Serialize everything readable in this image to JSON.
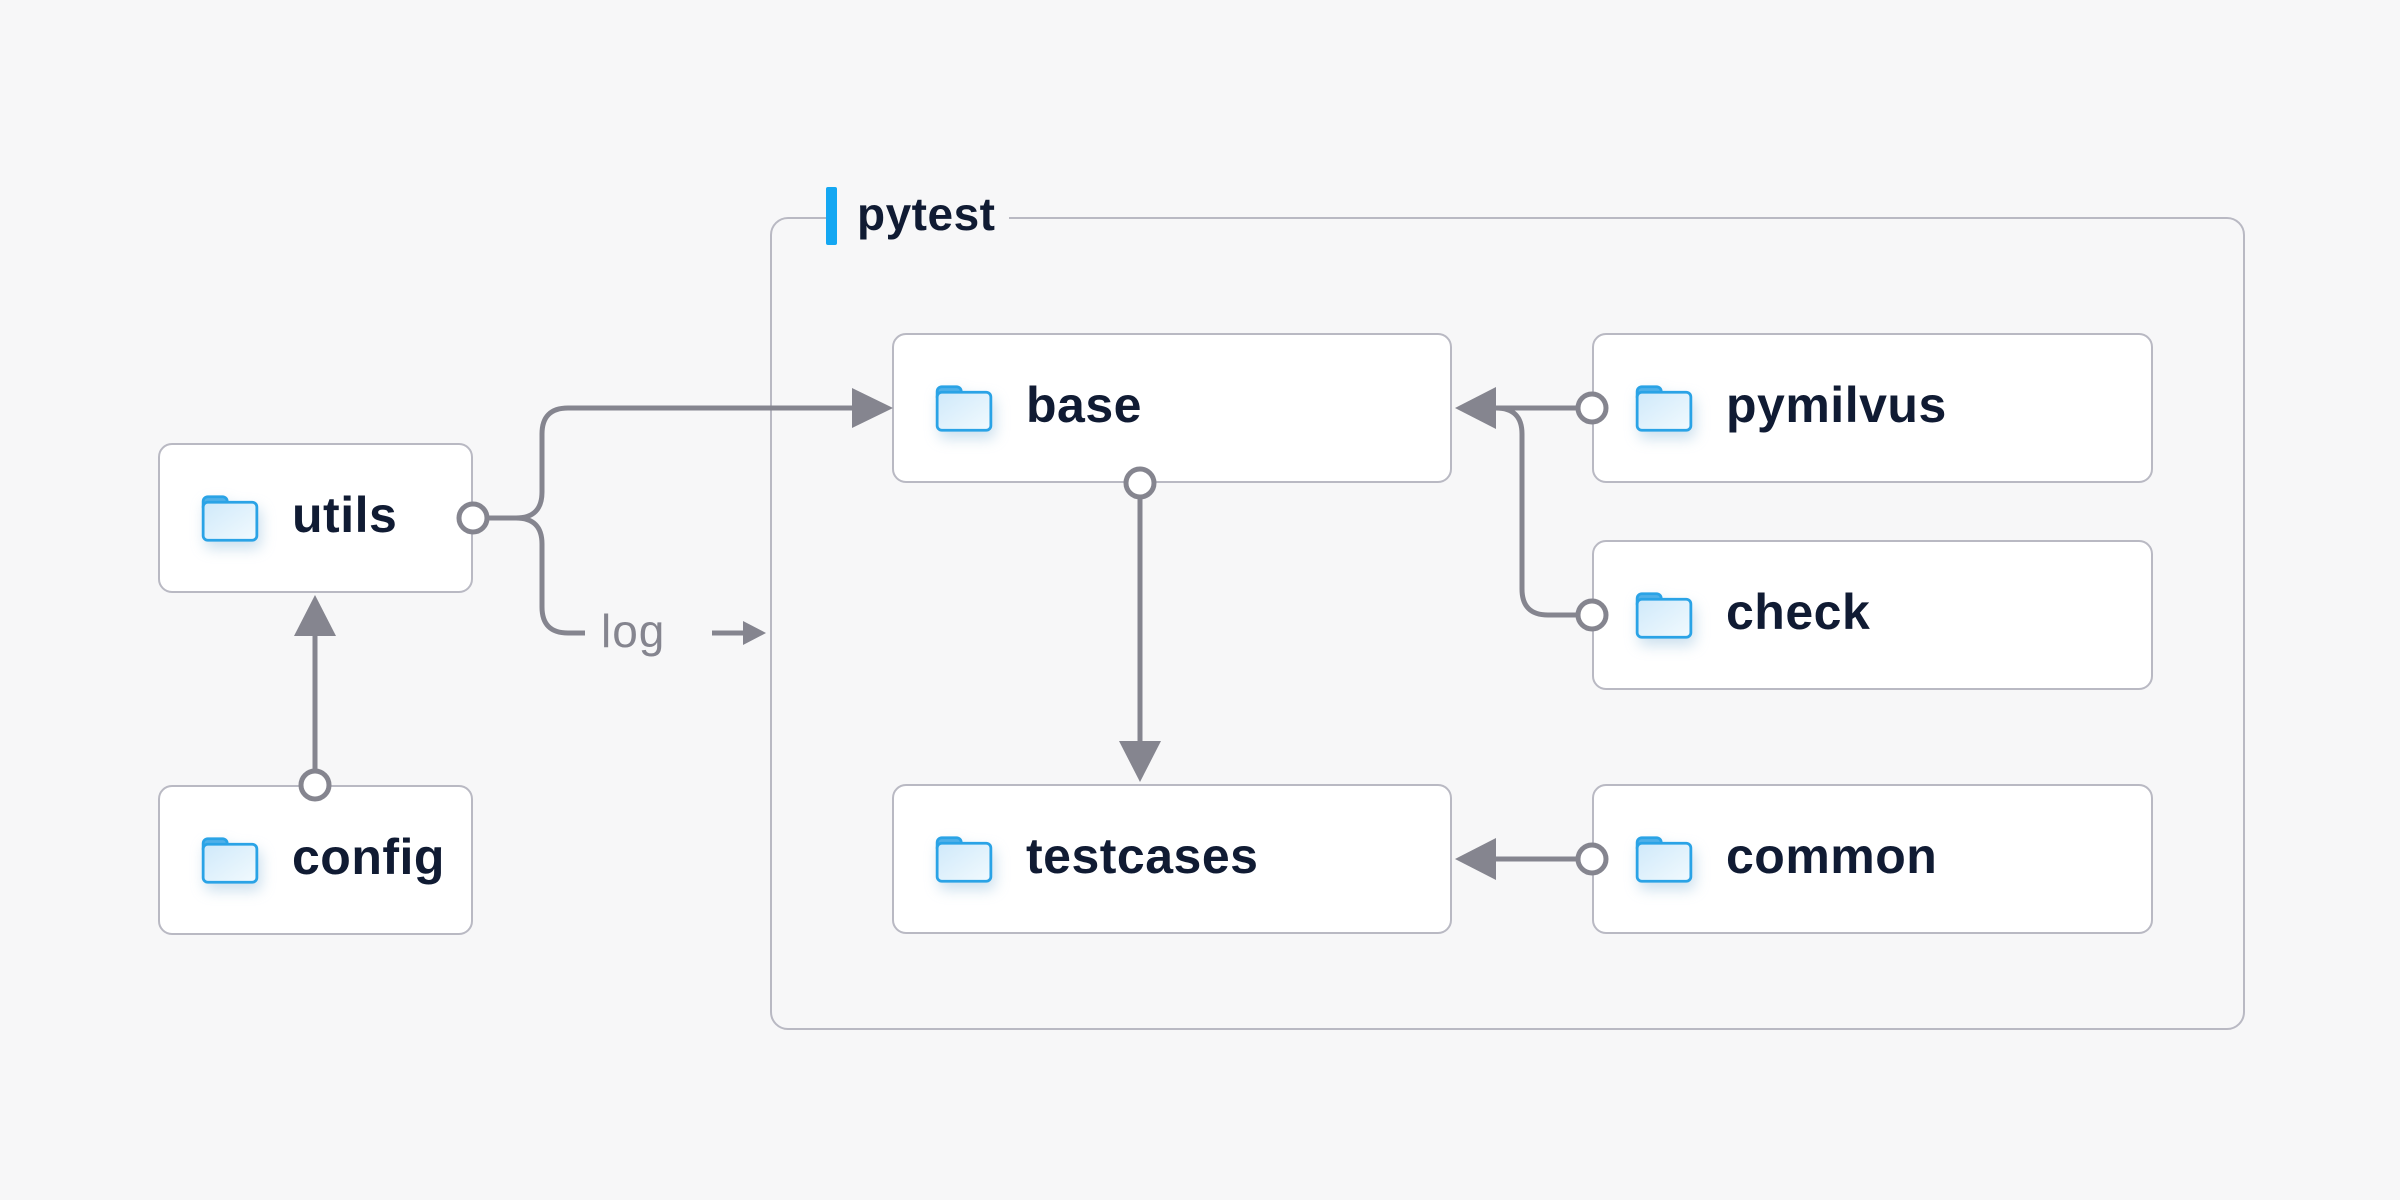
{
  "container": {
    "label": "pytest"
  },
  "nodes": {
    "utils": {
      "label": "utils",
      "icon": "folder-icon"
    },
    "config": {
      "label": "config",
      "icon": "folder-icon"
    },
    "base": {
      "label": "base",
      "icon": "folder-icon"
    },
    "testcases": {
      "label": "testcases",
      "icon": "folder-icon"
    },
    "pymilvus": {
      "label": "pymilvus",
      "icon": "folder-icon"
    },
    "check": {
      "label": "check",
      "icon": "folder-icon"
    },
    "common": {
      "label": "common",
      "icon": "folder-icon"
    }
  },
  "edges": [
    {
      "from": "config",
      "to": "utils",
      "label": "",
      "style": "arrow"
    },
    {
      "from": "utils",
      "to": "base",
      "label": "",
      "style": "arrow"
    },
    {
      "from": "utils",
      "to": "pytest-container",
      "label": "log",
      "style": "arrow"
    },
    {
      "from": "base",
      "to": "testcases",
      "label": "",
      "style": "arrow"
    },
    {
      "from": "pymilvus",
      "to": "base",
      "label": "",
      "style": "arrow"
    },
    {
      "from": "check",
      "to": "base",
      "label": "",
      "style": "arrow"
    },
    {
      "from": "common",
      "to": "testcases",
      "label": "",
      "style": "arrow"
    }
  ],
  "colors": {
    "background": "#f7f7f8",
    "node_fill": "#ffffff",
    "node_border": "#b9b9c3",
    "container_border": "#b9b9c3",
    "line_gray": "#85858f",
    "text_dark": "#101b33",
    "muted_text": "#85858f",
    "accent_blue": "#14a7f2",
    "folder_stroke": "#2aa3e6",
    "folder_tab": "#4fb0e8",
    "folder_fill_top": "#cfe9fa",
    "folder_fill_bottom": "#f2fafe"
  }
}
